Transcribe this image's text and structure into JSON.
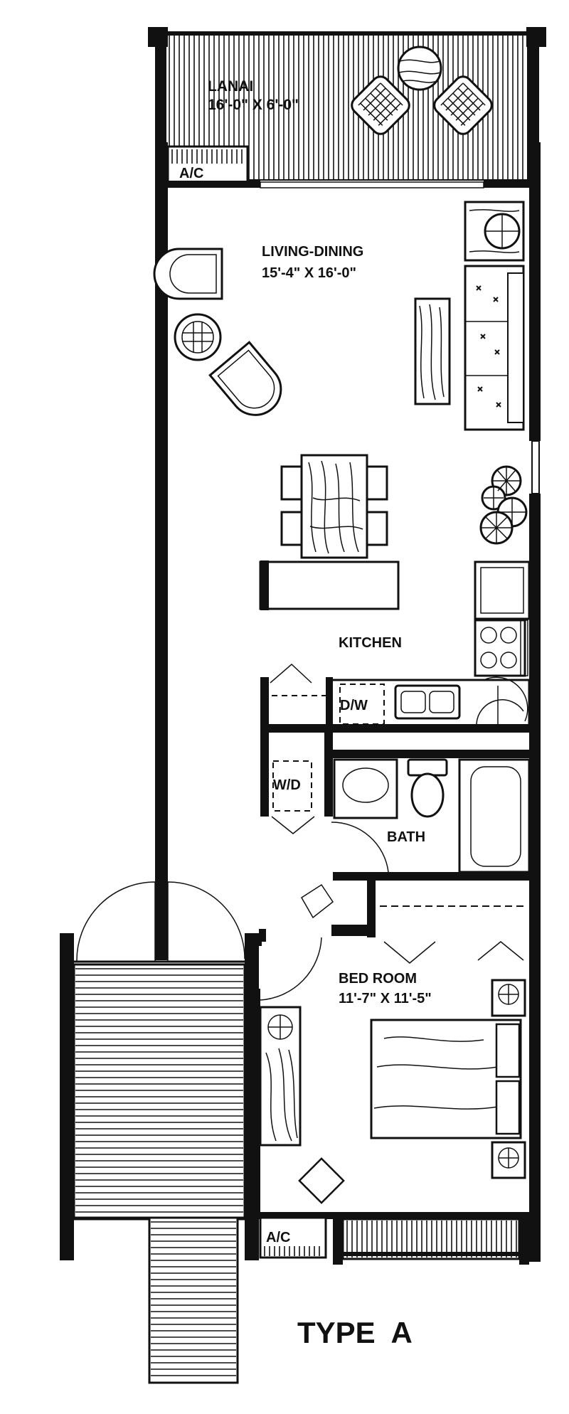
{
  "plan": {
    "rooms": {
      "lanai": {
        "name": "LANAI",
        "size": "16'-0\" X 6'-0\""
      },
      "living": {
        "name": "LIVING-DINING",
        "size": "15'-4\" X 16'-0\""
      },
      "kitchen": {
        "name": "KITCHEN"
      },
      "bath": {
        "name": "BATH"
      },
      "bedroom": {
        "name": "BED ROOM",
        "size": "11'-7\" X 11'-5\""
      }
    },
    "fixtures": {
      "ac_top": "A/C",
      "ac_bottom": "A/C",
      "dishwasher": "D/W",
      "washer_dryer": "W/D"
    },
    "title": "TYPE  A"
  }
}
